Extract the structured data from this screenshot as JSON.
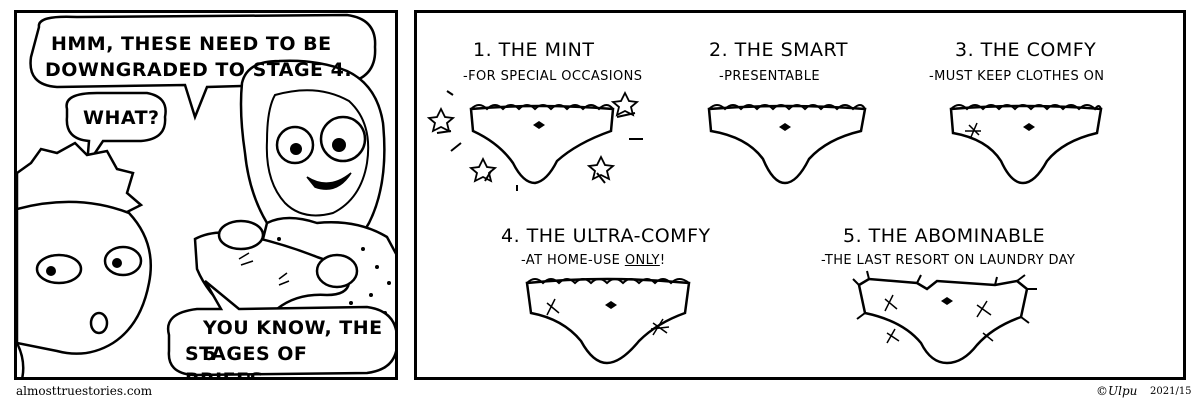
{
  "bubbles": {
    "top": [
      "HMM, THESE NEED TO BE",
      "DOWNGRADED TO STAGE 4."
    ],
    "what": "WHAT?",
    "bottom": [
      "YOU KNOW, THE 5",
      "STAGES OF BRIEFS."
    ]
  },
  "stages": [
    {
      "title": "1. THE MINT",
      "desc": "-FOR SPECIAL OCCASIONS"
    },
    {
      "title": "2. THE SMART",
      "desc": "-PRESENTABLE"
    },
    {
      "title": "3. THE COMFY",
      "desc": "-MUST KEEP CLOTHES ON"
    },
    {
      "title": "4. THE ULTRA-COMFY",
      "desc_before": "-AT HOME-USE ",
      "desc_emph": "ONLY",
      "desc_after": "!"
    },
    {
      "title": "5. THE ABOMINABLE",
      "desc": "-THE LAST RESORT ON LAUNDRY DAY"
    }
  ],
  "footer": {
    "site": "almosttruestories.com",
    "credit": "©Ulpu",
    "issue": "2021/15"
  }
}
